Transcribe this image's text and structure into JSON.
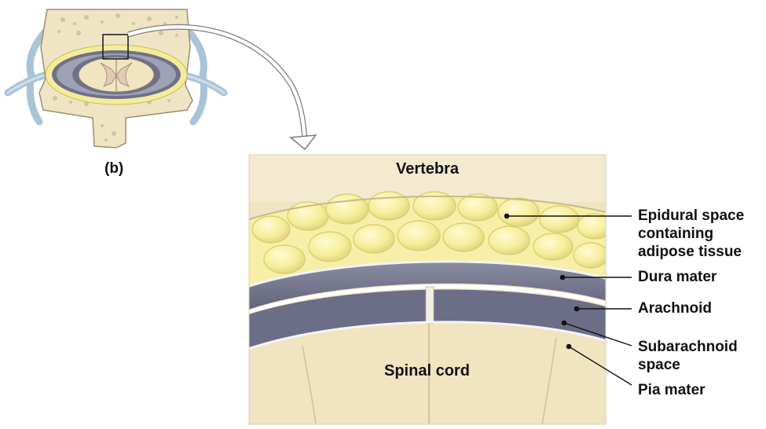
{
  "panel_label": "(b)",
  "inset": {
    "top_label": "Vertebra",
    "bottom_label": "Spinal cord"
  },
  "callouts": {
    "epidural": [
      "Epidural space",
      "containing",
      "adipose tissue"
    ],
    "dura": "Dura mater",
    "arachnoid": "Arachnoid",
    "subarachnoid": [
      "Subarachnoid",
      "space"
    ],
    "pia": "Pia mater"
  },
  "colors": {
    "bone": "#efe4c4",
    "fat": "#f5ec9a",
    "dura": "#6f7189",
    "cord": "#f1e4c0",
    "nerve": "#a9c3d8"
  }
}
